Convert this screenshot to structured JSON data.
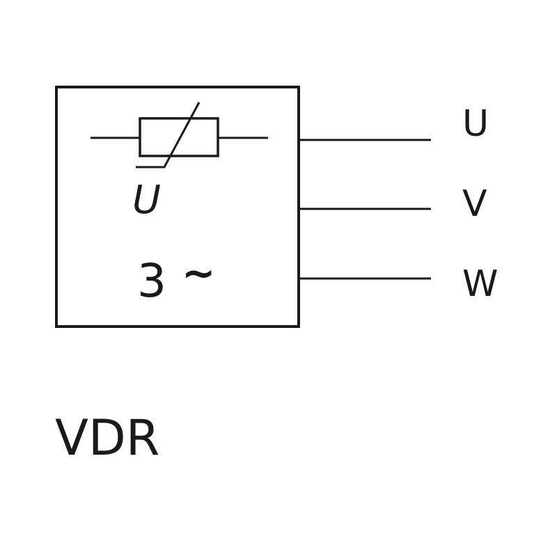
{
  "symbol": {
    "voltage_label": "U",
    "phase_count": "3",
    "ac_symbol": "~"
  },
  "terminals": [
    {
      "label": "U"
    },
    {
      "label": "V"
    },
    {
      "label": "W"
    }
  ],
  "caption": "VDR"
}
